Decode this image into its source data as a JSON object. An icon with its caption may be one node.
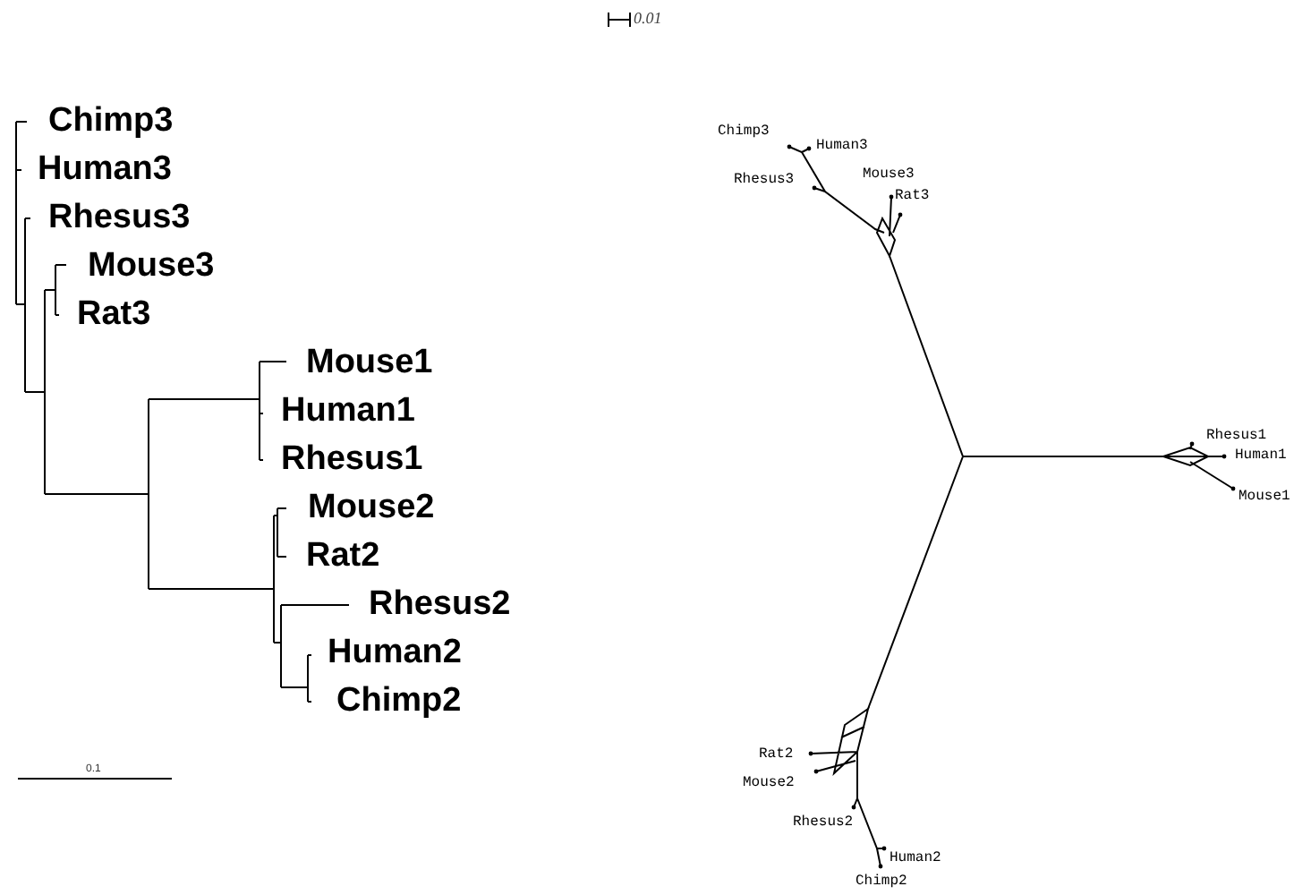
{
  "diagram": {
    "labels": [
      "0.01",
      "Chimp3",
      "Human3",
      "Rhesus3",
      "Mouse3",
      "Rat3",
      "Mouse1",
      "Human1",
      "Rhesus1",
      "Mouse2",
      "Rat2",
      "Rhesus2",
      "Human2",
      "Chimp2",
      "0.1",
      "Chimp3",
      "Human3",
      "Rhesus3",
      "Mouse3",
      "Rat3",
      "Rhesus1",
      "Human1",
      "Mouse1",
      "Rat2",
      "Mouse2",
      "Rhesus2",
      "Human2",
      "Chimp2"
    ]
  }
}
